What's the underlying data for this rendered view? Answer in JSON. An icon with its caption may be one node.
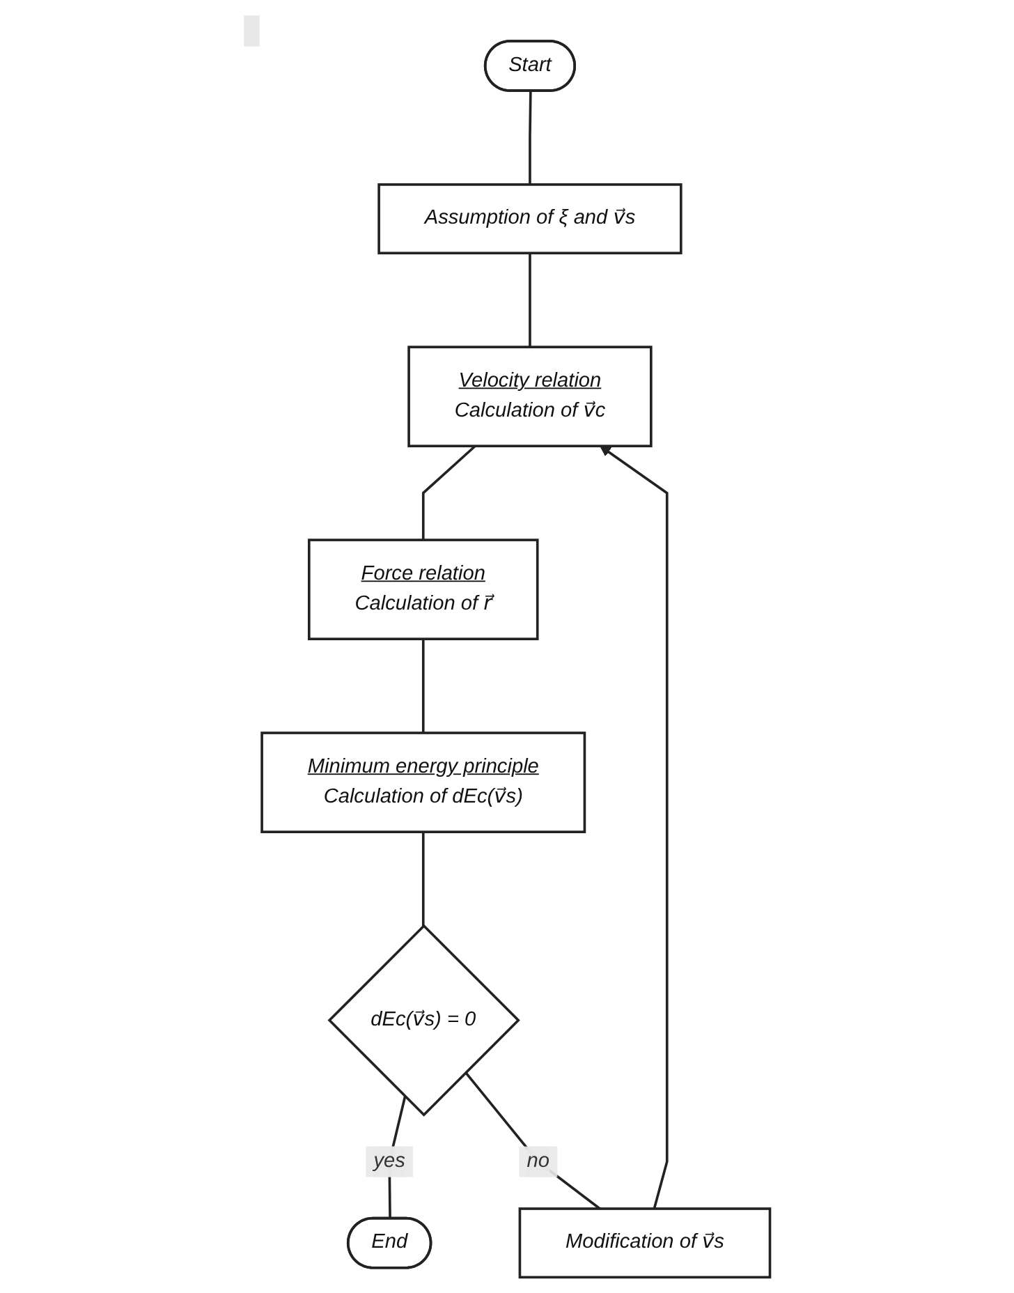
{
  "diagram": {
    "nodes": [
      {
        "text": [
          "Start"
        ]
      },
      {
        "text": [
          "Assumption of ξ and v⃗s"
        ]
      },
      {
        "text": [
          "Velocity relation",
          "Calculation of v⃗c"
        ]
      },
      {
        "text": [
          "Force relation",
          "Calculation of r⃗"
        ]
      },
      {
        "text": [
          "Minimum energy principle",
          "Calculation of dEc(v⃗s)"
        ]
      },
      {
        "text": [
          "dEc(v⃗s) = 0"
        ]
      },
      {
        "text": [
          "End"
        ]
      },
      {
        "text": [
          "Modification of v⃗s"
        ]
      }
    ],
    "edges": [
      {
        "from": 0,
        "to": 1,
        "arrow": "none"
      },
      {
        "from": 1,
        "to": 2,
        "arrow": "none"
      },
      {
        "from": 2,
        "to": 3,
        "arrow": "none"
      },
      {
        "from": 3,
        "to": 4,
        "arrow": "none"
      },
      {
        "from": 4,
        "to": 5,
        "arrow": "none"
      },
      {
        "from": 5,
        "to": 6,
        "label": "yes",
        "arrow": "none"
      },
      {
        "from": 5,
        "to": 7,
        "label": "no",
        "arrow": "none"
      },
      {
        "from": 7,
        "to": 2,
        "arrow": "to"
      }
    ]
  }
}
